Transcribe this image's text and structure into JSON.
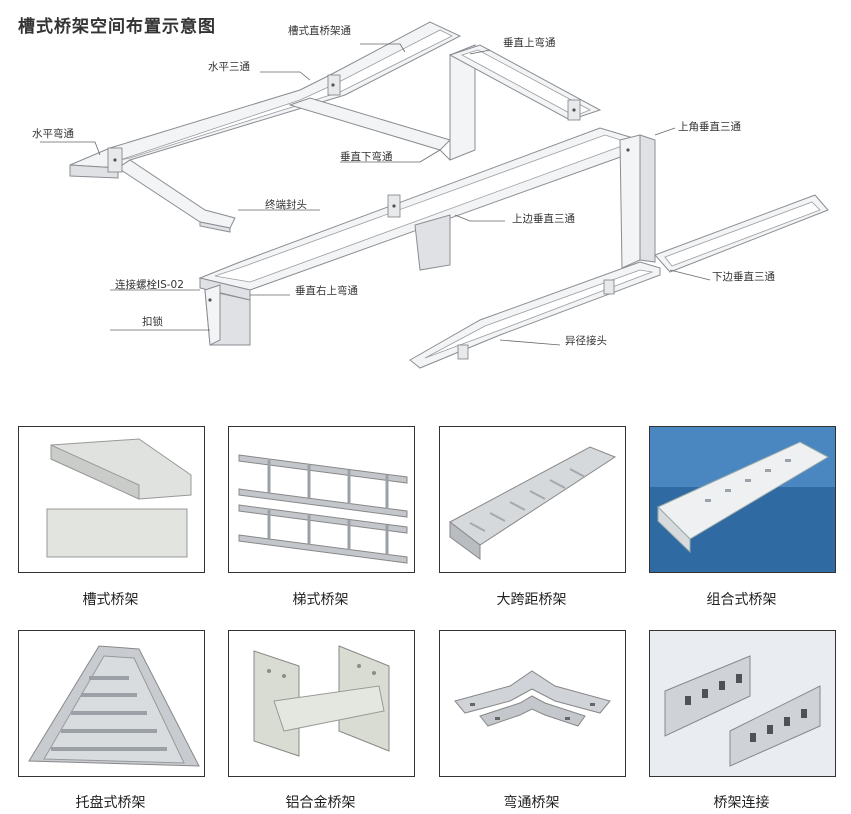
{
  "title": "槽式桥架空间布置示意图",
  "labels": {
    "straight": "槽式直桥架通",
    "vertical_up_bend": "垂直上弯通",
    "horizontal_tee": "水平三通",
    "horizontal_bend": "水平弯通",
    "corner_vertical_tee": "上角垂直三通",
    "vertical_down_bend": "垂直下弯通",
    "end_cap": "终端封头",
    "upper_side_vertical_tee": "上边垂直三通",
    "bolt": "连接螺栓IS-02",
    "vertical_right_up_bend": "垂直右上弯通",
    "lower_side_vertical_tee": "下边垂直三通",
    "buckle": "扣锁",
    "reducer": "异径接头"
  },
  "products": [
    {
      "caption": "槽式桥架",
      "icon": "trough-tray"
    },
    {
      "caption": "梯式桥架",
      "icon": "ladder-tray"
    },
    {
      "caption": "大跨距桥架",
      "icon": "long-span-tray"
    },
    {
      "caption": "组合式桥架",
      "icon": "combined-tray"
    },
    {
      "caption": "托盘式桥架",
      "icon": "perforated-tray"
    },
    {
      "caption": "铝合金桥架",
      "icon": "aluminum-tray"
    },
    {
      "caption": "弯通桥架",
      "icon": "bend-tray"
    },
    {
      "caption": "桥架连接",
      "icon": "tray-connector"
    }
  ],
  "colors": {
    "tray": "#f3f4f6",
    "edge": "#8a8d92",
    "bg_blue": "#2f6aa3"
  }
}
